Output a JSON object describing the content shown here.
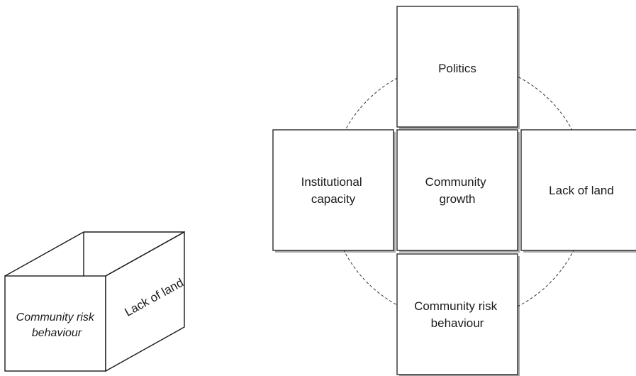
{
  "diagram": {
    "cross": {
      "top": [
        "Politics"
      ],
      "left": [
        "Institutional",
        "capacity"
      ],
      "center": [
        "Community",
        "growth"
      ],
      "right": [
        "Lack of land"
      ],
      "bottom": [
        "Community risk",
        "behaviour"
      ]
    },
    "box": {
      "front": [
        "Community risk",
        "behaviour"
      ],
      "side": [
        "Lack of land"
      ]
    }
  }
}
